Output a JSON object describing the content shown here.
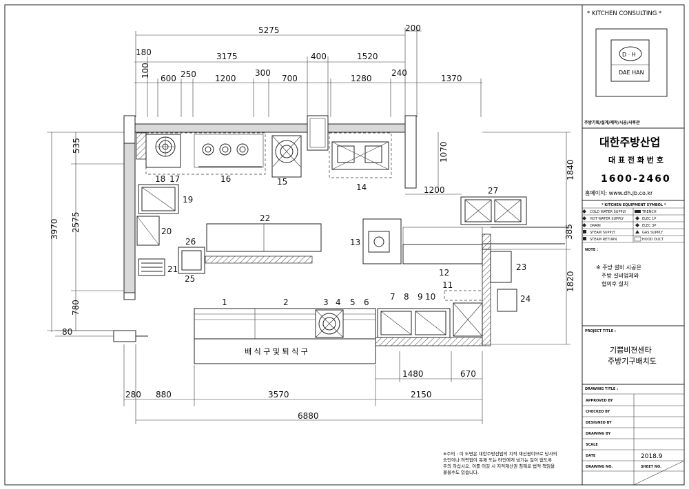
{
  "dimensions": {
    "top_overall": "5275",
    "top_200": "200",
    "seg_180": "180",
    "seg_3175": "3175",
    "seg_400": "400",
    "seg_1520": "1520",
    "seg_100": "100",
    "seg_600": "600",
    "seg_250": "250",
    "seg_1200": "1200",
    "seg_300": "300",
    "seg_700": "700",
    "seg_1280": "1280",
    "seg_240": "240",
    "seg_1370": "1370",
    "left_3970": "3970",
    "left_535": "535",
    "left_2575": "2575",
    "left_780": "780",
    "left_80": "80",
    "mid_1070": "1070",
    "mid_1200": "1200",
    "right_1840": "1840",
    "right_385": "385",
    "right_1820": "1820",
    "bottom_280": "280",
    "bottom_880": "880",
    "bottom_3570": "3570",
    "bottom_2150": "2150",
    "bottom_6880": "6880",
    "bottom_1480": "1480",
    "bottom_670": "670"
  },
  "equipment_numbers": [
    "1",
    "2",
    "3",
    "4",
    "5",
    "6",
    "7",
    "8",
    "9",
    "10",
    "11",
    "12",
    "13",
    "14",
    "15",
    "16",
    "17",
    "18",
    "19",
    "20",
    "21",
    "22",
    "23",
    "24",
    "25",
    "26",
    "27"
  ],
  "serving_counter_label": "배 식 구 및 퇴 식 구",
  "title_block": {
    "consulting": "* KITCHEN CONSULTING *",
    "logo_text": "D · H",
    "logo_name": "DAE HAN",
    "services": "주방기획/설계/제작/시공/사후관",
    "company": "대한주방산업",
    "rep_phone_label": "대 표 전 화 번 호",
    "phone": "1600-2460",
    "homepage": "홈페이지: www.dh.jb.co.kr",
    "legend_title": "* KITCHEN EQUIPMENT SYMBOL *",
    "legend": [
      {
        "left": "COLD WATER SUPPLY",
        "right": "TRENCH"
      },
      {
        "left": "HOT WATER SUPPLY",
        "right": "ELEC 1P"
      },
      {
        "left": "DRAIN",
        "right": "ELEC 3P"
      },
      {
        "left": "STEAM SUPPLY",
        "right": "GAS SUPPLY"
      },
      {
        "left": "STEAM RETURN",
        "right": "HOOD DUCT"
      }
    ],
    "note_label": "NOTE :",
    "note_text": [
      "※ 주방 설비 시공은",
      "주방 설비업체와",
      "협의후 설치"
    ],
    "project_title_label": "PROJECT TITLE :",
    "project_title": [
      "기쁨비젼센타",
      "주방기구배치도"
    ],
    "drawing_title_label": "DRAWING TITLE :",
    "rows": [
      "APPROVED BY",
      "CHECKED BY",
      "DESIGNED BY",
      "DRAWING BY",
      "SCALE",
      "DATE",
      "DRAWING NO."
    ],
    "date_value": "2018.9",
    "sheet_no_label": "SHEET NO."
  },
  "disclaimer": [
    "※주의 : 이 도면은 대한주방산업의 지적 재산권이므로 당사의",
    "승인이나 허락없이 복제 또는 타인에게 넘기는 일이 없도록",
    "주의 하십시오. 이를 어길 시 지적재산권 침해로 법적 책임을",
    "물을수도 있습니다."
  ]
}
